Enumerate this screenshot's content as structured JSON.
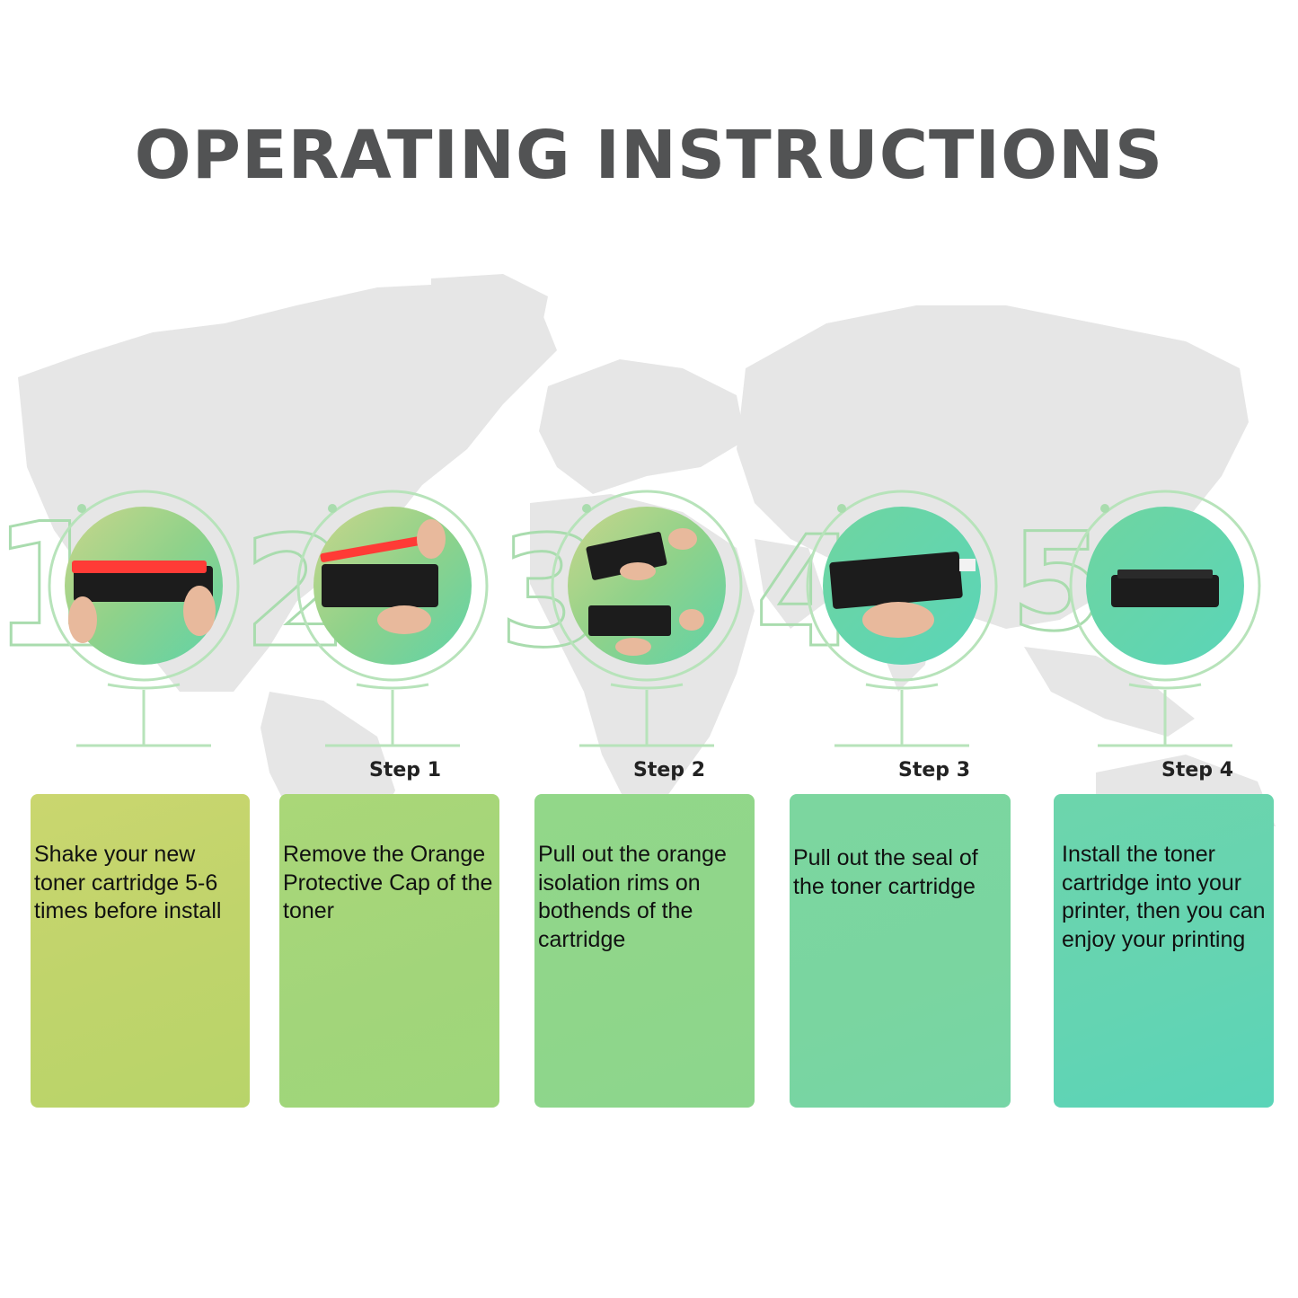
{
  "page": {
    "title": "OPERATING INSTRUCTIONS"
  },
  "colors": {
    "title": "#525354",
    "map": "#e6e6e6",
    "ring": "#9ed9a8",
    "card_gradient_start": "#c3d46a",
    "card_gradient_end": "#5dd3b2"
  },
  "stages": [
    {
      "numeral": "1",
      "step_label": "",
      "text": "Shake your new toner cartridge 5-6 times before install",
      "photo": "hands-shaking-toner-with-orange-cap"
    },
    {
      "numeral": "2",
      "step_label": "Step 1",
      "text": "Remove the Orange Protective Cap of the toner",
      "photo": "hand-removing-orange-cap"
    },
    {
      "numeral": "3",
      "step_label": "Step 2",
      "text": "Pull out the orange isolation rims on bothends of the cartridge",
      "photo": "hands-pulling-isolation-rims"
    },
    {
      "numeral": "4",
      "step_label": "Step 3",
      "text": "Pull out the seal of the toner cartridge",
      "photo": "hand-pulling-seal"
    },
    {
      "numeral": "5",
      "step_label": "Step 4",
      "text": "Install the toner cartridge into your printer, then you can enjoy your printing",
      "photo": "toner-cartridge"
    }
  ]
}
